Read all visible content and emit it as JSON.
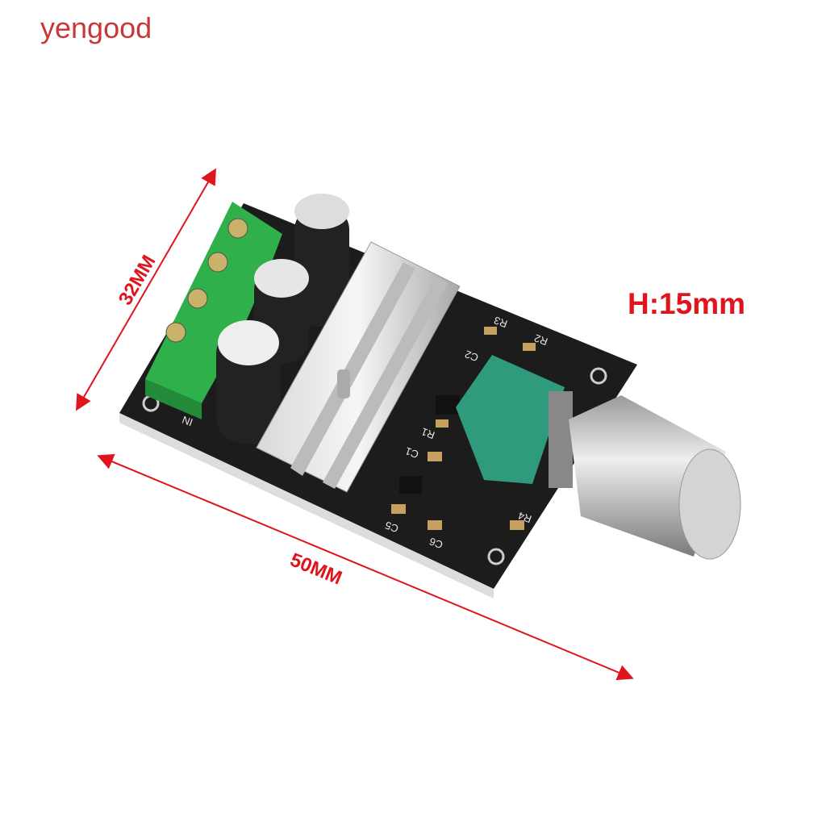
{
  "brand": "yengood",
  "dimensions": {
    "width_label": "32MM",
    "length_label": "50MM",
    "height_label": "H:15mm"
  },
  "silkscreen": {
    "input": "IN",
    "r1": "R1",
    "r2": "R2",
    "r3": "R3",
    "r4": "R4",
    "c1": "C1",
    "c2": "C2",
    "c5": "C5",
    "c6": "C6"
  },
  "colors": {
    "annotation": "#e0141c",
    "brand": "#c8383a",
    "pcb": "#1c1c1c",
    "terminal": "#2fb04a",
    "potentiometer": "#2f9a7c"
  }
}
